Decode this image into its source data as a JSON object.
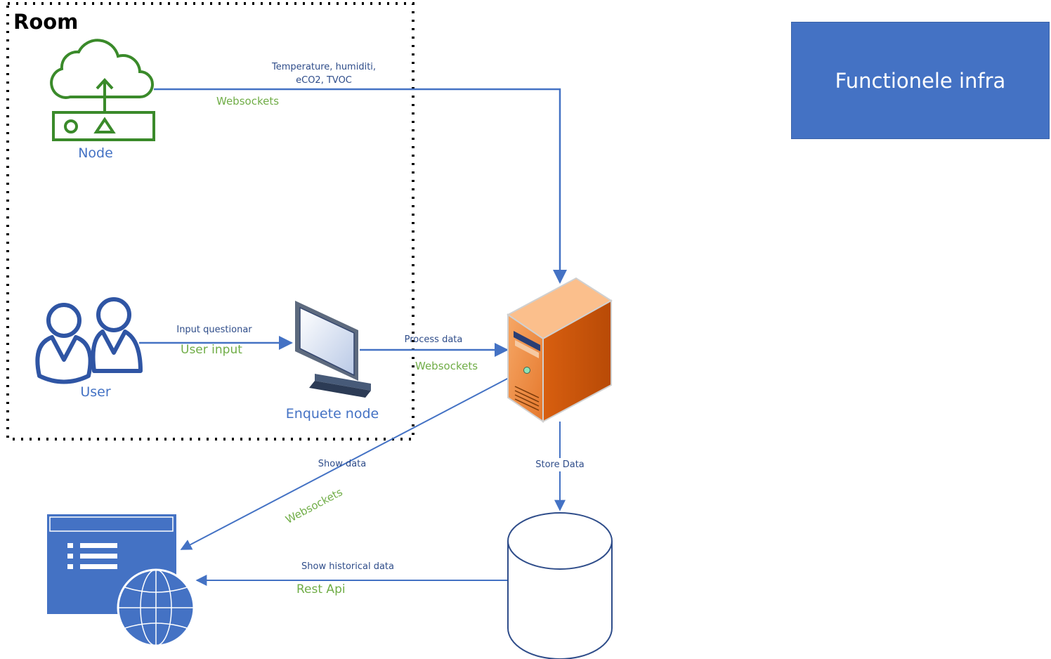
{
  "room": {
    "title": "Room"
  },
  "title_box": {
    "text": "Functionele infra"
  },
  "nodes": {
    "node": "Node",
    "user": "User",
    "enquete": "Enquete node"
  },
  "connections": {
    "node_to_server": {
      "label": "Temperature, humiditi,",
      "label2": "eCO2, TVOC",
      "protocol": "Websockets"
    },
    "user_to_enquete": {
      "label": "Input questionar",
      "protocol": "User input"
    },
    "enquete_to_server": {
      "label": "Process data",
      "protocol": "Websockets"
    },
    "server_to_web": {
      "label": "Show data",
      "protocol": "Websockets"
    },
    "server_to_db": {
      "label": "Store Data"
    },
    "db_to_web": {
      "label": "Show historical data",
      "protocol": "Rest Api"
    }
  },
  "colors": {
    "accent": "#4472c4",
    "arrow": "#4472c4",
    "iot_green": "#3a8a2a",
    "protocol_green": "#70ad47",
    "server_orange": "#e67a2e"
  },
  "icons": {
    "node": "iot-cloud-gateway-icon",
    "user": "users-icon",
    "enquete": "monitor-icon",
    "server": "server-tower-icon",
    "database": "database-cylinder-icon",
    "web": "web-app-globe-icon"
  }
}
